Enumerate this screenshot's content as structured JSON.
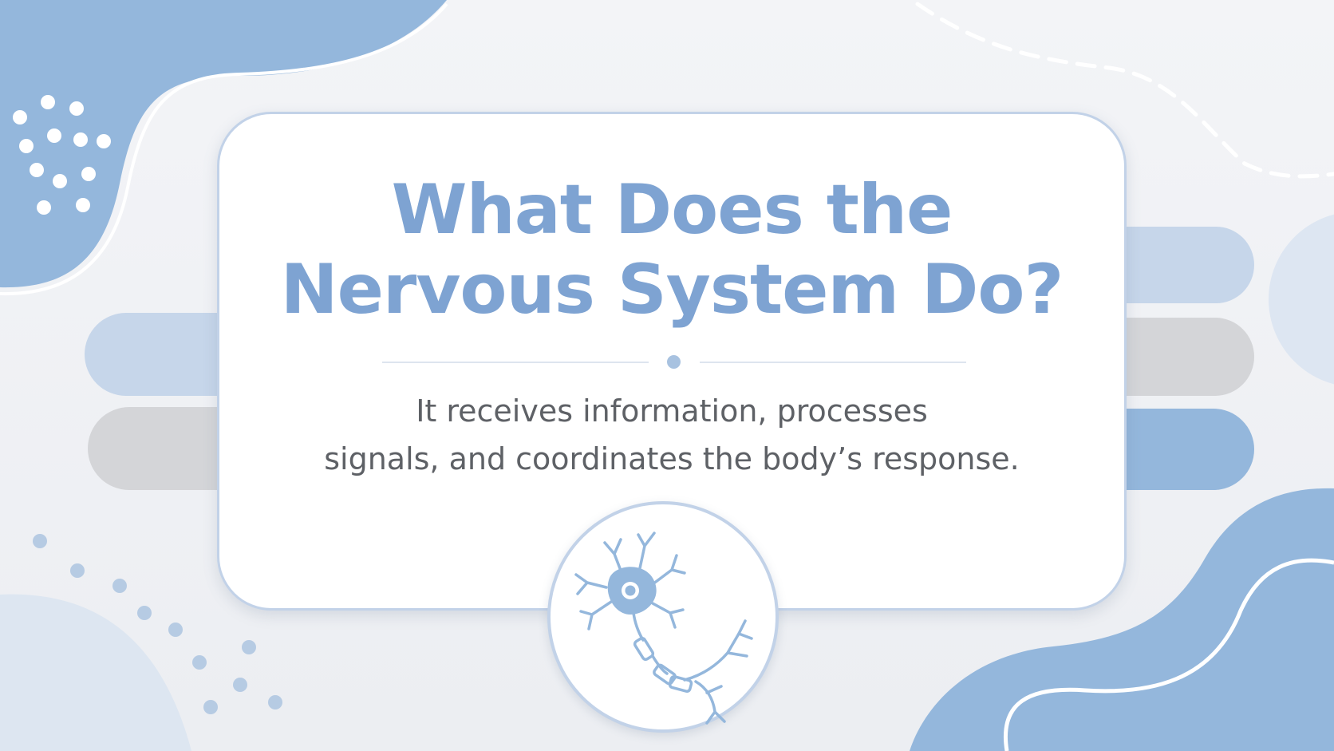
{
  "slide": {
    "title_lines": [
      "What Does the",
      "Nervous System Do?"
    ],
    "subtitle_lines": [
      "It receives information, processes",
      "signals, and coordinates the body’s response."
    ]
  },
  "colors": {
    "title": "#7ea3d2",
    "subtitle": "#5e6166",
    "blob_blue": "#94b7dc",
    "pale_blue": "#c6d6ea",
    "gray_tab": "#d4d5d8",
    "card_border": "#c2d2e8",
    "background": "#f0f2f5"
  },
  "icons": {
    "illustration": "neuron-icon"
  }
}
